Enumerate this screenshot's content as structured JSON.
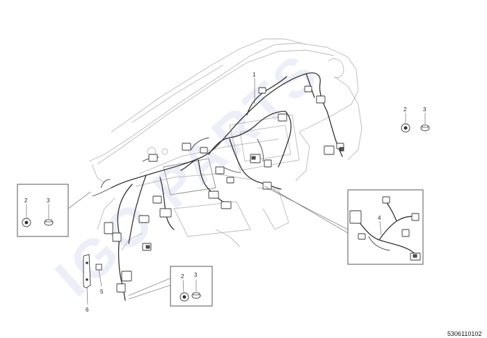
{
  "document_number": "5306110102",
  "callouts": {
    "main_harness": "1",
    "top_right_clip": "2",
    "top_right_screw": "3",
    "left_box_clip": "2",
    "left_box_screw": "3",
    "bottom_box_clip": "2",
    "bottom_box_screw": "3",
    "right_box_sub_harness": "4",
    "bracket_screw": "5",
    "bracket": "6"
  },
  "watermark_text": "IGO PARTS",
  "colors": {
    "line": "#333333",
    "panel_outline": "#b9b9b9",
    "watermark": "#dfe3f3"
  }
}
